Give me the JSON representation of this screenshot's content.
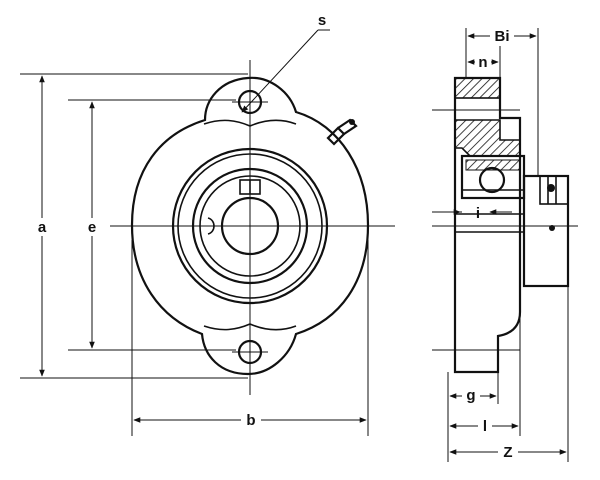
{
  "labels": {
    "a": "a",
    "e": "e",
    "b": "b",
    "s": "s",
    "Bi": "Bi",
    "n": "n",
    "i": "i",
    "g": "g",
    "l": "l",
    "Z": "Z"
  },
  "colors": {
    "ink": "#111111",
    "background": "#ffffff"
  }
}
